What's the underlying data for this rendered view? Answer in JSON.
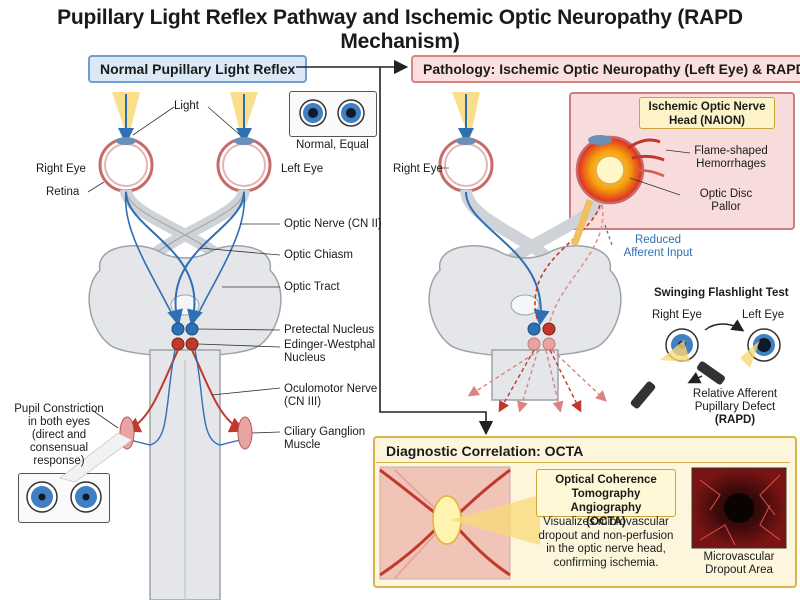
{
  "title": "Pupillary Light Reflex Pathway and Ischemic Optic Neuropathy (RAPD Mechanism)",
  "normal": {
    "banner": "Normal Pupillary Light Reflex",
    "light": "Light",
    "normal_equal": "Normal, Equal",
    "right_eye": "Right Eye",
    "left_eye": "Left Eye",
    "retina": "Retina",
    "optic_nerve": "Optic Nerve (CN II)",
    "optic_chiasm": "Optic Chiasm",
    "optic_tract": "Optic Tract",
    "pretectal": "Pretectal Nucleus",
    "edinger_1": "Edinger-Westphal",
    "edinger_2": "Nucleus",
    "oculomotor_1": "Oculomotor Nerve",
    "oculomotor_2": "(CN III)",
    "ciliary_1": "Ciliary Ganglion",
    "ciliary_2": "Muscle",
    "constriction_1": "Pupil Constriction",
    "constriction_2": "in both eyes",
    "constriction_3": "(direct and",
    "constriction_4": "consensual",
    "constriction_5": "response)"
  },
  "pathology": {
    "banner": "Pathology: Ischemic Optic Neuropathy (Left Eye) & RAPD",
    "right_eye": "Right Eye",
    "naion_title_1": "Ischemic Optic Nerve",
    "naion_title_2": "Head (NAION)",
    "flame_1": "Flame-shaped",
    "flame_2": "Hemorrhages",
    "disc_1": "Optic Disc",
    "disc_2": "Pallor",
    "reduced_1": "Reduced",
    "reduced_2": "Afferent Input",
    "swing_title": "Swinging Flashlight Test",
    "swing_right": "Right Eye",
    "swing_left": "Left Eye",
    "rapd_1": "Relative Afferent",
    "rapd_2": "Pupillary Defect",
    "rapd_3": "(RAPD)"
  },
  "octa": {
    "title": "Diagnostic Correlation: OCTA",
    "inner_1": "Optical Coherence",
    "inner_2": "Tomography Angiography",
    "inner_3": "(OCTA)",
    "desc_1": "Visualizes microvascular",
    "desc_2": "dropout and non-perfusion",
    "desc_3": "in the optic nerve head,",
    "desc_4": "confirming ischemia.",
    "dropout_1": "Microvascular",
    "dropout_2": "Dropout Area"
  },
  "colors": {
    "afferent": "#2f6fb3",
    "efferent": "#c0392b",
    "nerve": "#cfd2d6",
    "light": "#f4c542",
    "naion_fill": "#f8dcdc",
    "octa_fill": "#fdf6dd"
  }
}
